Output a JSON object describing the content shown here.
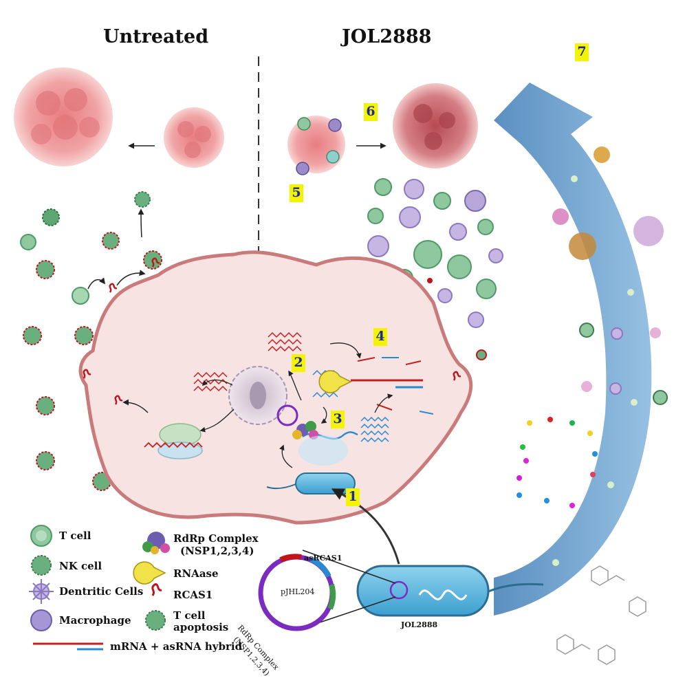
{
  "headers": {
    "untreated": "Untreated",
    "treated": "JOL2888"
  },
  "steps": [
    "1",
    "2",
    "3",
    "4",
    "5",
    "6",
    "7"
  ],
  "legend": {
    "t_cell": "T cell",
    "nk_cell": "NK cell",
    "dendritic": "Dentritic Cells",
    "macrophage": "Macrophage",
    "rdrp_line1": "RdRp Complex",
    "rdrp_line2": "(NSP1,2,3,4)",
    "rnaase": "RNAase",
    "rcas1": "RCAS1",
    "apoptosis_line1": "T cell",
    "apoptosis_line2": "apoptosis",
    "hybrid": "mRNA + asRNA hybrid"
  },
  "plasmid": {
    "name": "pJHL204",
    "insert": "asRCAS1",
    "rdrp_line1": "RdRp Complex",
    "rdrp_line2": "(NSP1,2,3,4)"
  },
  "bacterium": {
    "name": "JOL2888"
  },
  "colors": {
    "badge": "#f4f400",
    "badge_text": "#1d2a9b",
    "tumor": "#e8868a",
    "cell_membrane": "#c97a7a",
    "cell_fill": "#f7e4e2",
    "arrow_blue": "#5b93c4",
    "t_cell": "#8fc79f",
    "dendritic": "#b9a6d8",
    "rcas1": "#c0141c",
    "mrna": "#c22020",
    "asrna": "#2a8ad0",
    "plasmid_ring": "#7a2cc0"
  }
}
